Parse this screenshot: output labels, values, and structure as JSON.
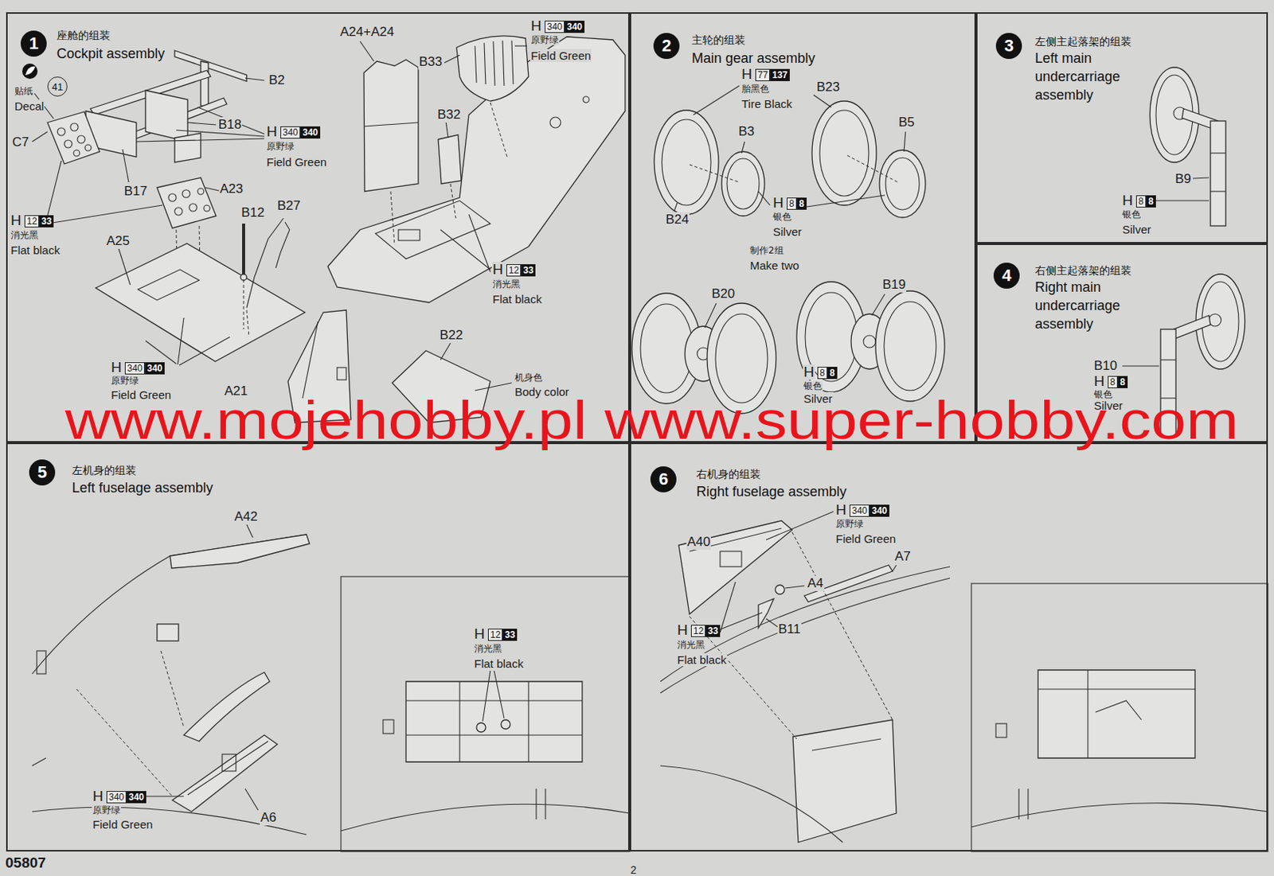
{
  "diagram": {
    "nodes": [
      {
        "text": [
          "座舱的组装",
          "Cockpit assembly"
        ]
      },
      {
        "text": [
          "1"
        ],
        "in": 0
      },
      {
        "text": [
          "41"
        ],
        "in": 0
      },
      {
        "text": [
          "主轮的组装",
          "Main gear assembly"
        ]
      },
      {
        "text": [
          "2"
        ],
        "in": 3
      },
      {
        "text": [
          "左侧主起落架的组装",
          "Left main undercarriage assembly"
        ]
      },
      {
        "text": [
          "3"
        ],
        "in": 5
      },
      {
        "text": [
          "右侧主起落架的组装",
          "Right main undercarriage assembly"
        ]
      },
      {
        "text": [
          "4"
        ],
        "in": 7
      },
      {
        "text": [
          "左机身的组装",
          "Left fuselage assembly"
        ]
      },
      {
        "text": [
          "5"
        ],
        "in": 9
      },
      {
        "text": [
          "右机身的组装",
          "Right fuselage assembly"
        ]
      },
      {
        "text": [
          "6"
        ],
        "in": 11
      }
    ],
    "labels": [
      "贴纸",
      "Decal",
      "C7",
      "B2",
      "B18",
      "H",
      "340",
      "340",
      "原野绿",
      "Field Green",
      "B17",
      "A23",
      "B12",
      "B27",
      "H",
      "12",
      "33",
      "消光黑",
      "Flat black",
      "A25",
      "H",
      "340",
      "340",
      "原野绿",
      "Field Green",
      "A21",
      "A24+A24",
      "B33",
      "H",
      "340",
      "340",
      "原野绿",
      "Field Green",
      "B32",
      "H",
      "12",
      "33",
      "消光黑",
      "Flat black",
      "B22",
      "机身色",
      "Body color",
      "H",
      "77",
      "137",
      "胎黑色",
      "Tire Black",
      "B23",
      "B3",
      "B5",
      "B24",
      "H",
      "8",
      "8",
      "银色",
      "Silver",
      "制作2组",
      "Make two",
      "B20",
      "B19",
      "H",
      "8",
      "8",
      "银色",
      "Silver",
      "B9",
      "H",
      "8",
      "8",
      "银色",
      "Silver",
      "B10",
      "H",
      "8",
      "8",
      "银色",
      "Silver",
      "A42",
      "H",
      "340",
      "340",
      "原野绿",
      "Field Green",
      "A6",
      "H",
      "12",
      "33",
      "消光黑",
      "Flat black",
      "A40",
      "H",
      "340",
      "340",
      "原野绿",
      "Field Green",
      "A7",
      "A4",
      "H",
      "12",
      "33",
      "消光黑",
      "Flat black",
      "B11",
      "05807",
      "2",
      "www.mojehobby.pl www.super-hobby.com"
    ]
  }
}
